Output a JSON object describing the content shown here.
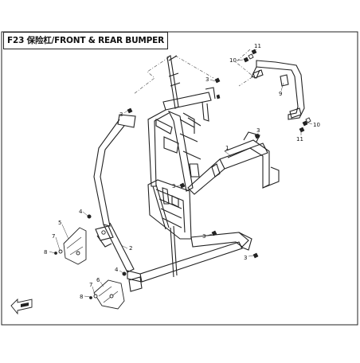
{
  "title": "F23 保险杠/FRONT & REAR BUMPER",
  "callouts": {
    "c1": "1",
    "c2": "2",
    "c3a": "3",
    "c3b": "3",
    "c3c": "3",
    "c3d": "3",
    "c3e": "3",
    "c3f": "3",
    "c4a": "4",
    "c4b": "4",
    "c5": "5",
    "c6": "6",
    "c7a": "7",
    "c7b": "7",
    "c8a": "8",
    "c8b": "8",
    "c9": "9",
    "c10a": "10",
    "c10b": "10",
    "c11a": "11",
    "c11b": "11"
  },
  "colors": {
    "line": "#222222",
    "background": "#ffffff"
  },
  "direction_marker_icon": "front-arrow-icon"
}
